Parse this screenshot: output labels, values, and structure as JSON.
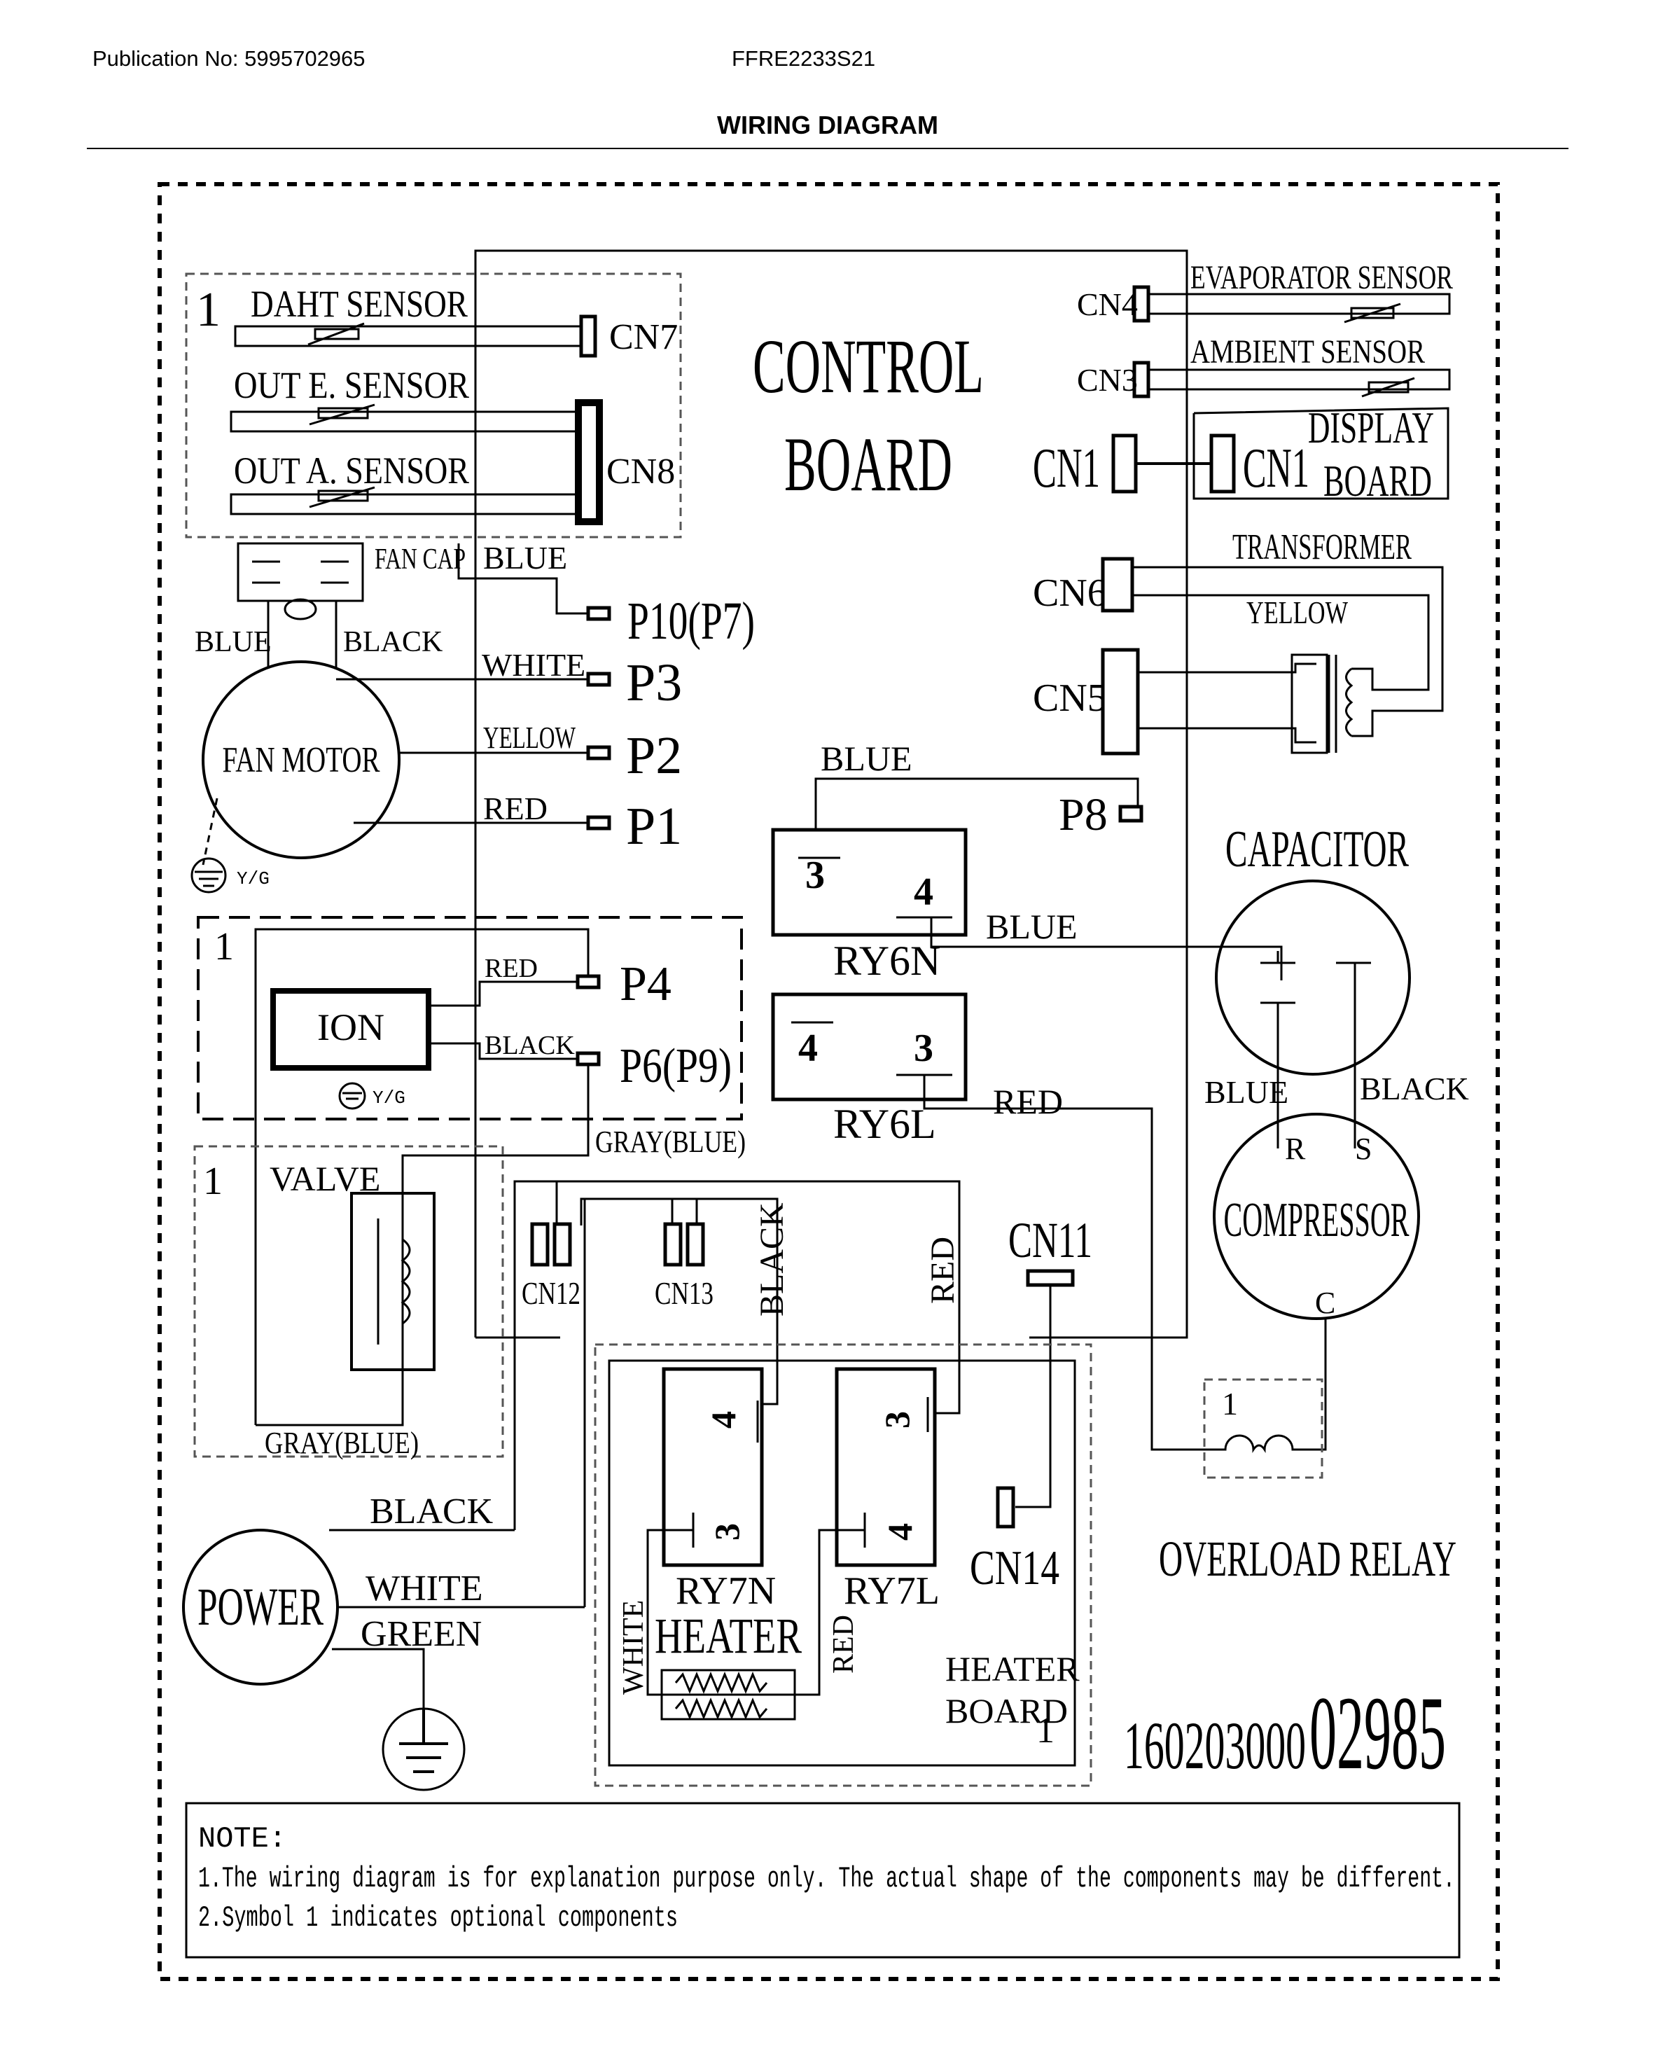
{
  "header": {
    "publication": "Publication No: 5995702965",
    "model": "FFRE2233S21",
    "title": "WIRING DIAGRAM"
  },
  "labels": {
    "control_board_1": "CONTROL",
    "control_board_2": "BOARD",
    "daht_sensor": "DAHT SENSOR",
    "out_e_sensor": "OUT E. SENSOR",
    "out_a_sensor": "OUT A. SENSOR",
    "cn7": "CN7",
    "cn8": "CN8",
    "cn4": "CN4",
    "cn3": "CN3",
    "cn1_board": "CN1",
    "cn1_display": "CN1",
    "evaporator_sensor": "EVAPORATOR SENSOR",
    "ambient_sensor": "AMBIENT SENSOR",
    "display_1": "DISPLAY",
    "display_2": "BOARD",
    "transformer": "TRANSFORMER",
    "yellow_tr": "YELLOW",
    "cn6": "CN6",
    "cn5": "CN5",
    "fan_cap": "FAN CAP",
    "blue_fan": "BLUE",
    "black_fan": "BLACK",
    "fan_motor": "FAN MOTOR",
    "yg_fan": "Y/G",
    "p10_wire": "BLUE",
    "p10": "P10(P7)",
    "p3_wire": "WHITE",
    "p3": "P3",
    "p2_wire": "YELLOW",
    "p2": "P2",
    "p1_wire": "RED",
    "p1": "P1",
    "p8_wire": "BLUE",
    "p8": "P8",
    "ry6n_3": "3",
    "ry6n_4": "4",
    "ry6n": "RY6N",
    "ry6n_out": "BLUE",
    "ry6l_4": "4",
    "ry6l_3": "3",
    "ry6l": "RY6L",
    "ry6l_out": "RED",
    "capacitor": "CAPACITOR",
    "cap_blue": "BLUE",
    "cap_black": "BLACK",
    "comp_r": "R",
    "comp_s": "S",
    "compressor": "COMPRESSOR",
    "comp_c": "C",
    "opt_ion": "1",
    "ion": "ION",
    "ion_red": "RED",
    "ion_black": "BLACK",
    "p4": "P4",
    "p6": "P6(P9)",
    "yg_ion": "Y/G",
    "gray_blue_1": "GRAY(BLUE)",
    "opt_valve": "1",
    "valve": "VALVE",
    "gray_blue_2": "GRAY(BLUE)",
    "cn12": "CN12",
    "cn13": "CN13",
    "black_v": "BLACK",
    "red_v": "RED",
    "cn11": "CN11",
    "ry7n_4": "4",
    "ry7n_3": "3",
    "ry7l_3": "3",
    "ry7l_4": "4",
    "cn14": "CN14",
    "ry7n": "RY7N",
    "ry7l": "RY7L",
    "heater": "HEATER",
    "white_v": "WHITE",
    "red_v2": "RED",
    "heater_board_1": "HEATER",
    "heater_board_2": "BOARD",
    "opt_heater": "1",
    "opt_overload": "1",
    "overload_relay": "OVERLOAD RELAY",
    "power": "POWER",
    "pw_black": "BLACK",
    "pw_white": "WHITE",
    "pw_green": "GREEN",
    "opt_sensor": "1",
    "part_number_a": "160203000",
    "part_number_b": "02985"
  },
  "note": {
    "heading": "NOTE:",
    "line1": "1.The wiring diagram is for explanation purpose only. The actual shape of the components may be different.",
    "line2": "2.Symbol 1 indicates optional components"
  }
}
